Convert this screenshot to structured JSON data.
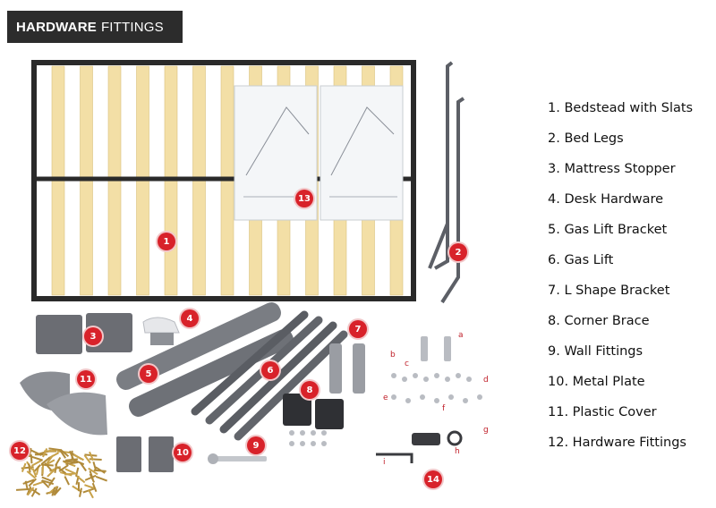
{
  "header": {
    "title_bold": "HARDWARE",
    "title_rest": "FITTINGS"
  },
  "parts": [
    "1. Bedstead  with Slats",
    "2. Bed Legs",
    "3. Mattress Stopper",
    "4. Desk Hardware",
    "5. Gas Lift Bracket",
    "6. Gas Lift",
    "7. L Shape Bracket",
    "8. Corner Brace",
    "9. Wall Fittings",
    "10. Metal Plate",
    "11. Plastic Cover",
    "12. Hardware Fittings"
  ],
  "badges": [
    "1",
    "2",
    "3",
    "4",
    "5",
    "6",
    "7",
    "8",
    "9",
    "10",
    "11",
    "12",
    "13",
    "14"
  ],
  "letters": [
    "a",
    "b",
    "c",
    "d",
    "e",
    "f",
    "g",
    "h",
    "i"
  ],
  "colors": {
    "header_bg": "#2c2c2c",
    "badge": "#d8222a",
    "slat": "#f3dfa6",
    "frame": "#2a2a2a",
    "metal": "#6b6d73"
  }
}
